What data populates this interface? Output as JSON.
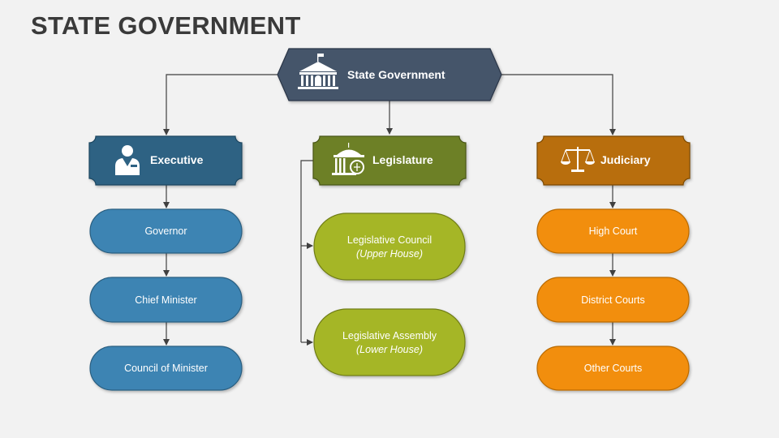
{
  "title": "STATE GOVERNMENT",
  "root": {
    "label": "State Government",
    "icon": "government-building-icon",
    "color": "#44546a"
  },
  "branches": [
    {
      "label": "Executive",
      "icon": "official-person-icon",
      "header_color": "#2e6283",
      "node_color": "#3c84b3",
      "nodes": [
        {
          "line1": "Governor"
        },
        {
          "line1": "Chief Minister"
        },
        {
          "line1": "Council of Minister"
        }
      ]
    },
    {
      "label": "Legislature",
      "icon": "legislature-building-icon",
      "header_color": "#6d8025",
      "node_color": "#a5b626",
      "nodes": [
        {
          "line1": "Legislative Council",
          "line2": "(Upper House)"
        },
        {
          "line1": "Legislative Assembly",
          "line2": "(Lower House)"
        }
      ]
    },
    {
      "label": "Judiciary",
      "icon": "scales-of-justice-icon",
      "header_color": "#b86e0a",
      "node_color": "#f28e0c",
      "nodes": [
        {
          "line1": "High Court"
        },
        {
          "line1": "District Courts"
        },
        {
          "line1": "Other Courts"
        }
      ]
    }
  ]
}
